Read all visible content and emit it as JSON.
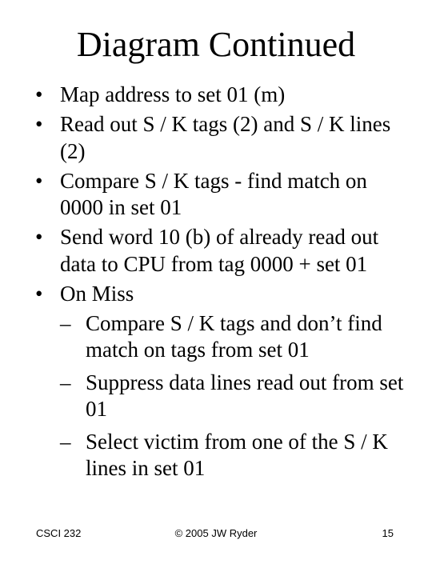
{
  "slide": {
    "title": "Diagram Continued",
    "bullets": [
      "Map address to set 01 (m)",
      "Read out S / K tags (2) and S / K lines (2)",
      "Compare S / K tags - find match on 0000 in set 01",
      "Send word 10 (b) of already read out data to CPU from tag 0000 + set 01",
      "On Miss"
    ],
    "sub_bullets": [
      "Compare S / K tags and don’t find match on tags from set 01",
      "Suppress data lines read out from set 01",
      "Select victim from one of the S / K lines in set 01"
    ]
  },
  "footer": {
    "course": "CSCI 232",
    "copyright": "© 2005 JW Ryder",
    "page_number": "15"
  }
}
